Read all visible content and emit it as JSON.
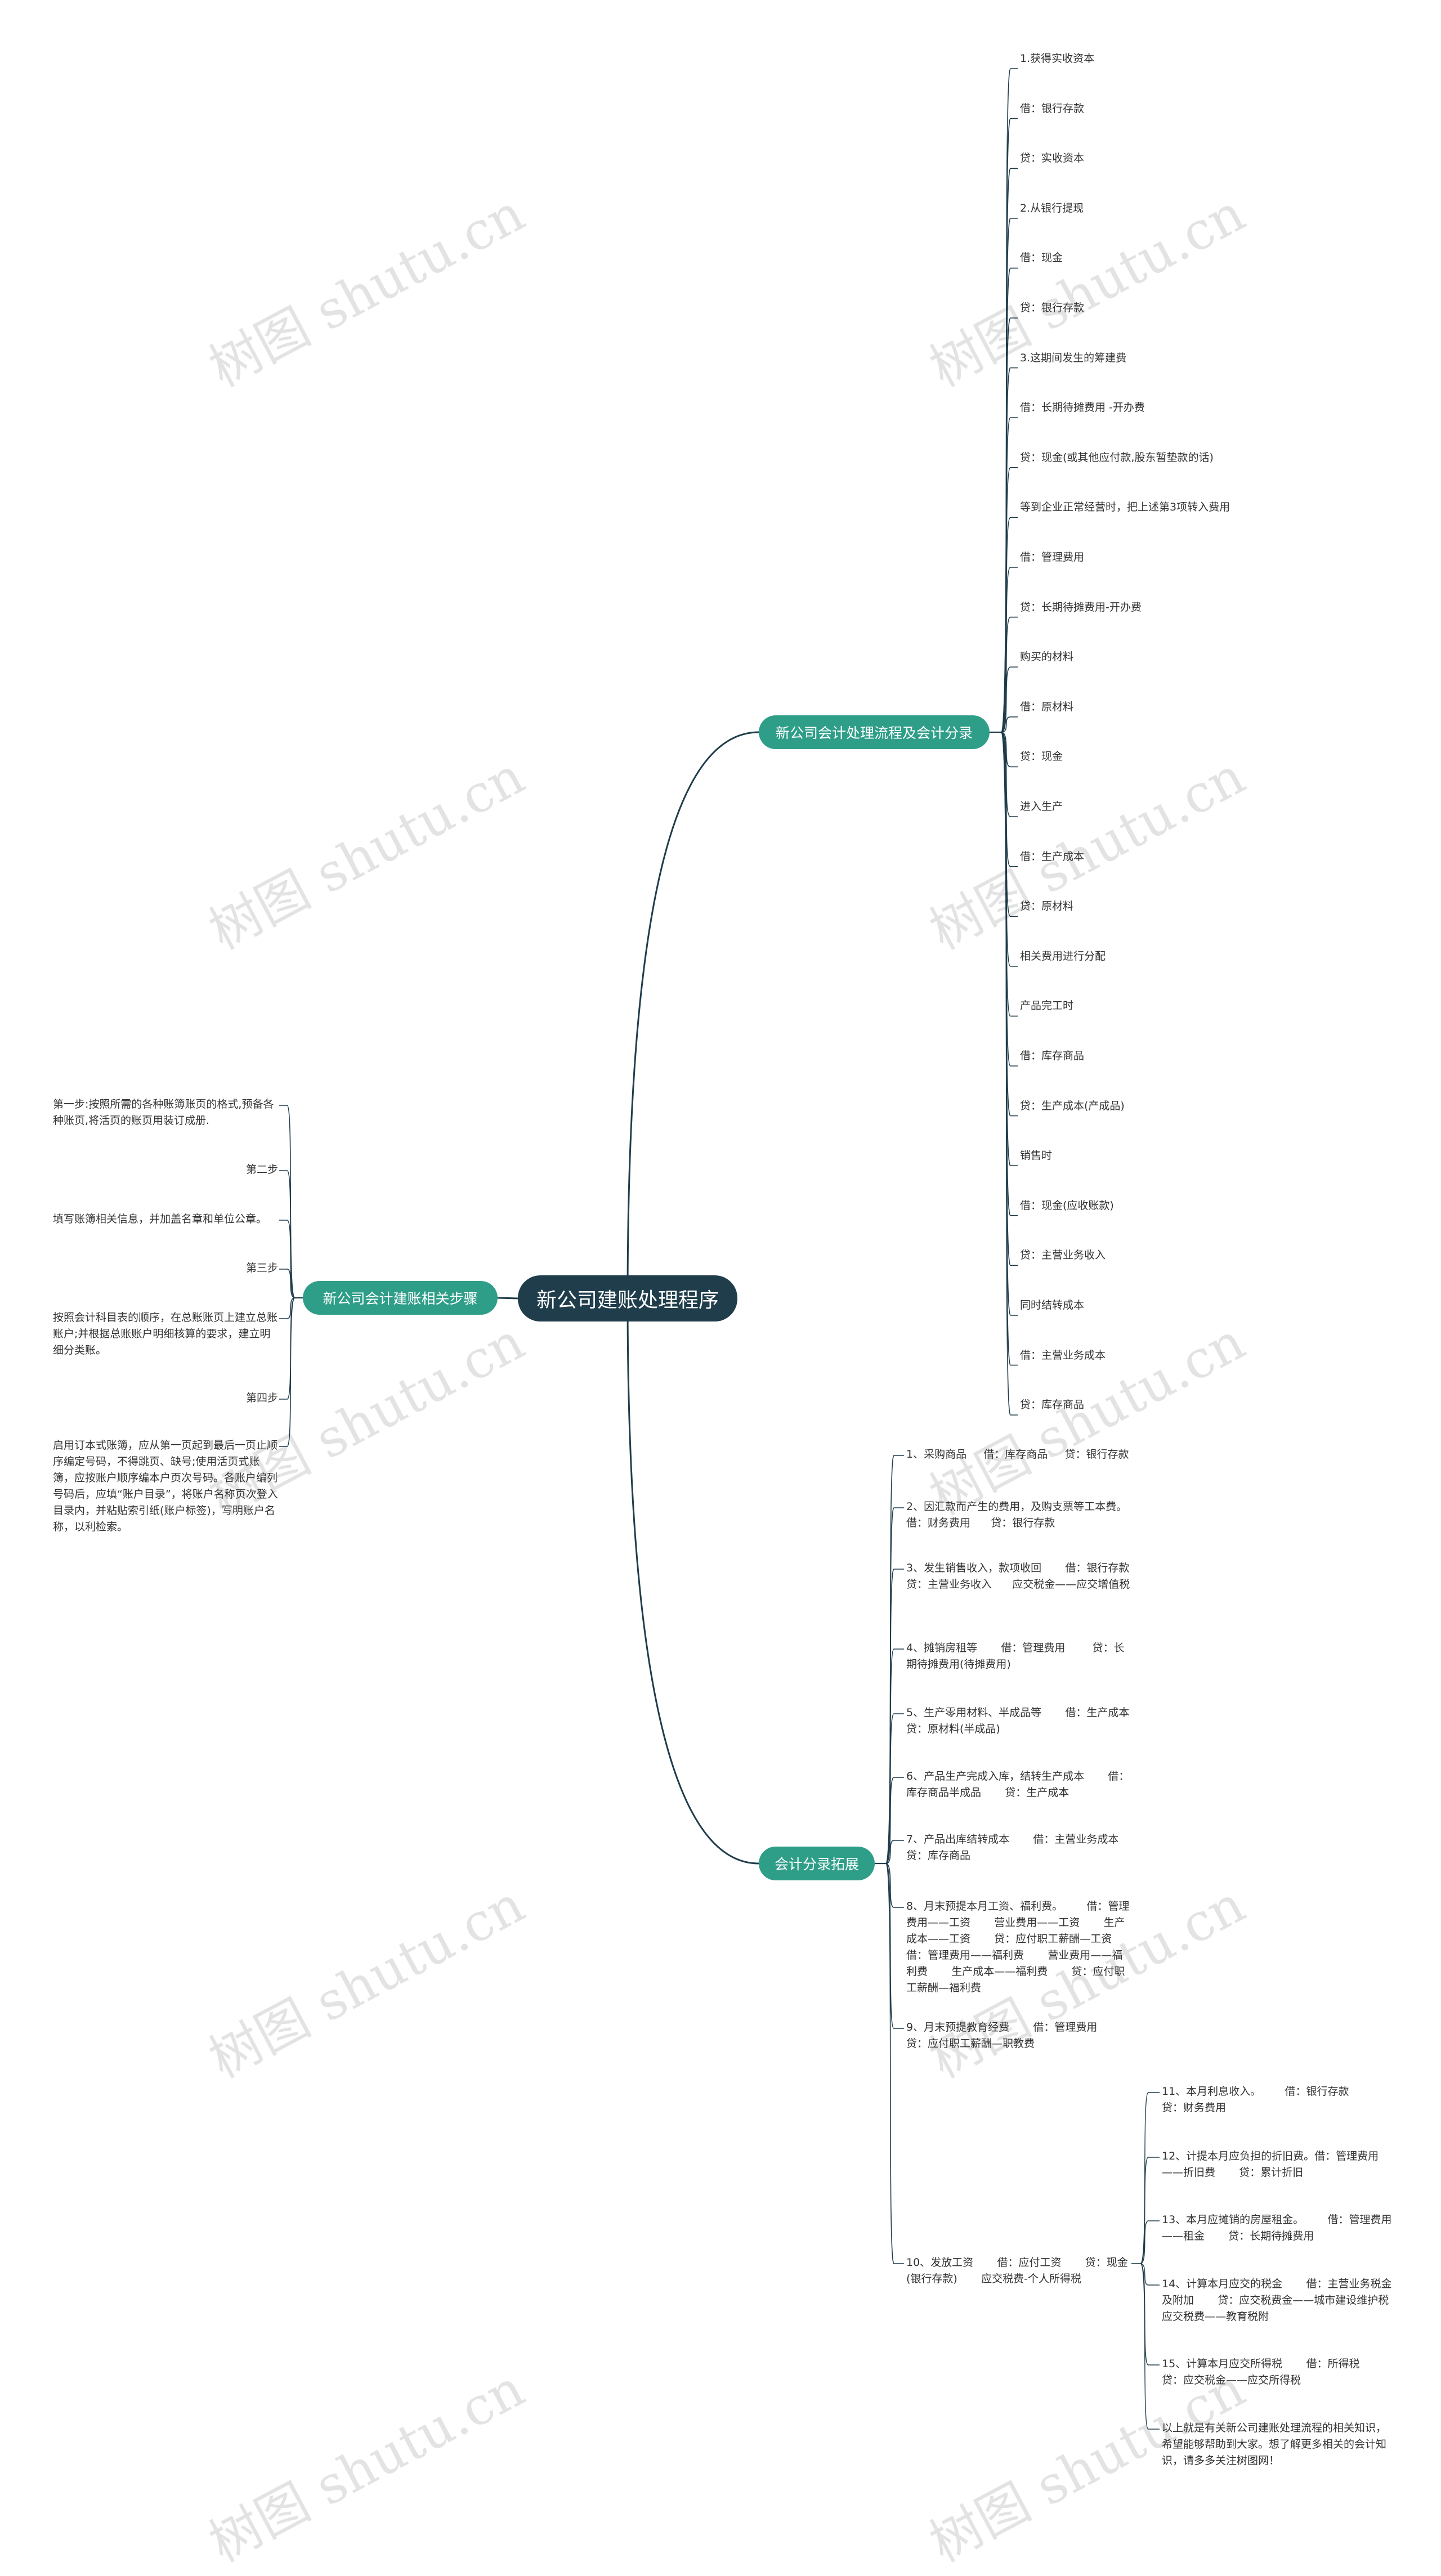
{
  "root": "新公司建账处理程序",
  "branches": {
    "flow": {
      "label": "新公司会计处理流程及会计分录",
      "items": [
        "1.获得实收资本",
        "借：银行存款",
        "贷：实收资本",
        "2.从银行提现",
        "借：现金",
        "贷：银行存款",
        "3.这期间发生的筹建费",
        "借：长期待摊费用 -开办费",
        "贷：现金(或其他应付款,股东暂垫款的话)",
        "等到企业正常经营时，把上述第3项转入费用",
        "借：管理费用",
        "贷：长期待摊费用-开办费",
        "购买的材料",
        "借：原材料",
        "贷：现金",
        "进入生产",
        "借：生产成本",
        "贷：原材料",
        "相关费用进行分配",
        "产品完工时",
        "借：库存商品",
        "贷：生产成本(产成品)",
        "销售时",
        "借：现金(应收账款)",
        "贷：主营业务收入",
        "同时结转成本",
        "借：主营业务成本",
        "贷：库存商品"
      ]
    },
    "steps": {
      "label": "新公司会计建账相关步骤",
      "items": [
        "第一步:按照所需的各种账簿账页的格式,预备各种账页,将活页的账页用装订成册.",
        "第二步",
        "填写账簿相关信息，并加盖名章和单位公章。",
        "第三步",
        "按照会计科目表的顺序，在总账账页上建立总账账户;并根据总账账户明细核算的要求，建立明细分类账。",
        "第四步",
        "启用订本式账簿，应从第一页起到最后一页止顺序编定号码，不得跳页、缺号;使用活页式账簿，应按账户顺序编本户页次号码。各账户编列号码后，应填“账户目录”，将账户名称页次登入目录内，并粘贴索引纸(账户标签)，写明账户名称，以利检索。"
      ]
    },
    "ext": {
      "label": "会计分录拓展",
      "items": [
        "1、采购商品     借：库存商品     贷：银行存款",
        "2、因汇款而产生的费用，及购支票等工本费。      借：财务费用      贷：银行存款",
        "3、发生销售收入，款项收回       借：银行存款      贷：主营业务收入      应交税金——应交增值税",
        "4、摊销房租等       借：管理费用        贷：长期待摊费用(待摊费用)",
        "5、生产零用材料、半成品等       借：生产成本        贷：原材料(半成品)",
        "6、产品生产完成入库，结转生产成本       借：库存商品半成品       贷：生产成本",
        "7、产品出库结转成本       借：主营业务成本       贷：库存商品",
        "8、月末预提本月工资、福利费。       借：管理费用——工资       营业费用——工资       生产成本——工资       贷：应付职工薪酬—工资       借：管理费用——福利费       营业费用——福利费       生产成本——福利费       贷：应付职工薪酬—福利费",
        "9、月末预提教育经费       借：管理费用       贷：应付职工薪酬—职教费",
        "10、发放工资       借：应付工资       贷：现金(银行存款)       应交税费-个人所得税"
      ],
      "sub_items": [
        "11、本月利息收入。       借：银行存款       贷：财务费用",
        "12、计提本月应负担的折旧费。借：管理费用——折旧费       贷：累计折旧",
        "13、本月应摊销的房屋租金。       借：管理费用——租金       贷：长期待摊费用",
        "14、计算本月应交的税金       借：主营业务税金及附加       贷：应交税费金——城市建设维护税       应交税费——教育税附",
        "15、计算本月应交所得税       借：所得税       贷：应交税金——应交所得税",
        "以上就是有关新公司建账处理流程的相关知识，希望能够帮助到大家。想了解更多相关的会计知识，请多多关注树图网！"
      ]
    }
  },
  "watermark": "树图 shutu.cn",
  "colors": {
    "root": "#203d4b",
    "branch": "#2f9e88",
    "line": "#203d4b"
  }
}
